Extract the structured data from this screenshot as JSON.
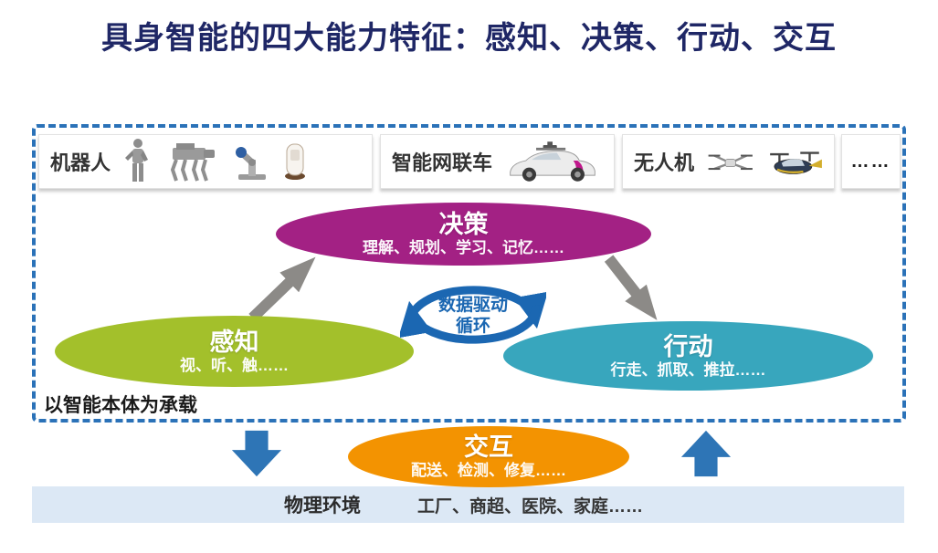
{
  "title": "具身智能的四大能力特征：感知、决策、行动、交互",
  "carriers": [
    {
      "label": "机器人"
    },
    {
      "label": "智能网联车"
    },
    {
      "label": "无人机"
    },
    {
      "label": "……"
    }
  ],
  "carrier_caption": "以智能本体为承载",
  "capabilities": {
    "decision": {
      "label": "决策",
      "sub": "理解、规划、学习、记忆……",
      "color": "#A32184"
    },
    "perception": {
      "label": "感知",
      "sub": "视、听、触……",
      "color": "#A3C02B"
    },
    "action": {
      "label": "行动",
      "sub": "行走、抓取、推拉……",
      "color": "#38A6BD"
    },
    "interaction": {
      "label": "交互",
      "sub": "配送、检测、修复……",
      "color": "#F39301"
    }
  },
  "cycle": {
    "line1": "数据驱动",
    "line2": "循环",
    "color": "#1B67B2"
  },
  "environment": {
    "label": "物理环境",
    "items": "工厂、商超、医院、家庭……",
    "bar_color": "#DCE8F5"
  },
  "colors": {
    "title_navy": "#1F2766",
    "dashed_border": "#2B72B8",
    "arrow_blue": "#2E75B6",
    "arrow_gray": "#8C8A87"
  },
  "icons": {
    "cycle": "circular-cycle-arrows",
    "flow_perception_to_decision": "up-right-arrow",
    "flow_decision_to_action": "down-right-arrow",
    "to_environment": "down-arrow",
    "from_environment": "up-arrow"
  }
}
